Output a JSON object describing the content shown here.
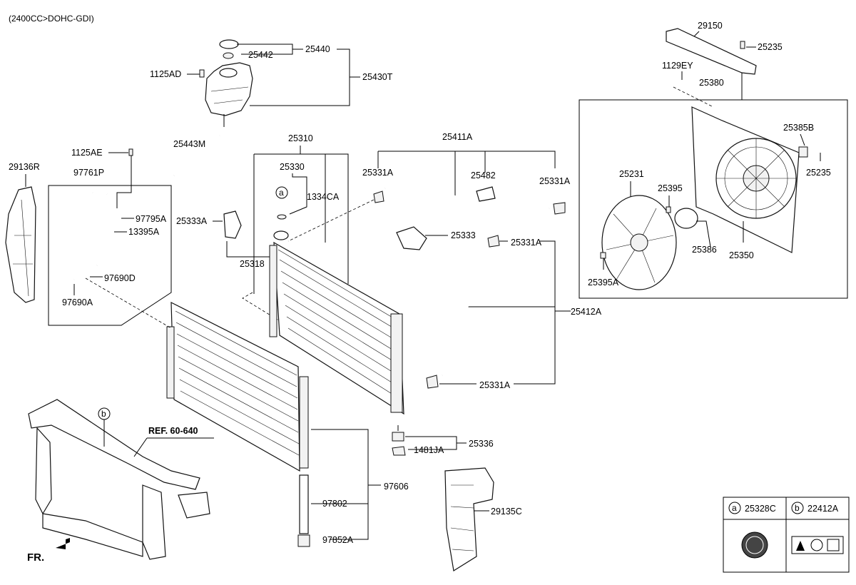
{
  "engine_header": "(2400CC>DOHC-GDI)",
  "labels": {
    "p25440": "25440",
    "p25442": "25442",
    "p25430T": "25430T",
    "p1125AD": "1125AD",
    "p25443M": "25443M",
    "p1125AE": "1125AE",
    "p29136R": "29136R",
    "p97761P": "97761P",
    "p97795A": "97795A",
    "p13395A": "13395A",
    "p97690D": "97690D",
    "p97690A": "97690A",
    "p25310": "25310",
    "p25330": "25330",
    "p1334CA": "1334CA",
    "p25333A": "25333A",
    "p25318": "25318",
    "p25411A": "25411A",
    "p25331A_1": "25331A",
    "p25482": "25482",
    "p25331A_2": "25331A",
    "p25333": "25333",
    "p25331A_3": "25331A",
    "p25412A": "25412A",
    "p25331A_4": "25331A",
    "p25336": "25336",
    "p1481JA": "1481JA",
    "p97606": "97606",
    "p97802": "97802",
    "p97852A": "97852A",
    "p29135C": "29135C",
    "p29150": "29150",
    "p25235_1": "25235",
    "p1129EY": "1129EY",
    "p25380": "25380",
    "p25385B": "25385B",
    "p25235_2": "25235",
    "p25231": "25231",
    "p25395": "25395",
    "p25386": "25386",
    "p25350": "25350",
    "p25395A": "25395A",
    "ref": "REF. 60-640",
    "fr": "FR.",
    "callout_a": "a",
    "callout_b": "b"
  },
  "legend": {
    "a_letter": "a",
    "a_part": "25328C",
    "b_letter": "b",
    "b_part": "22412A"
  }
}
